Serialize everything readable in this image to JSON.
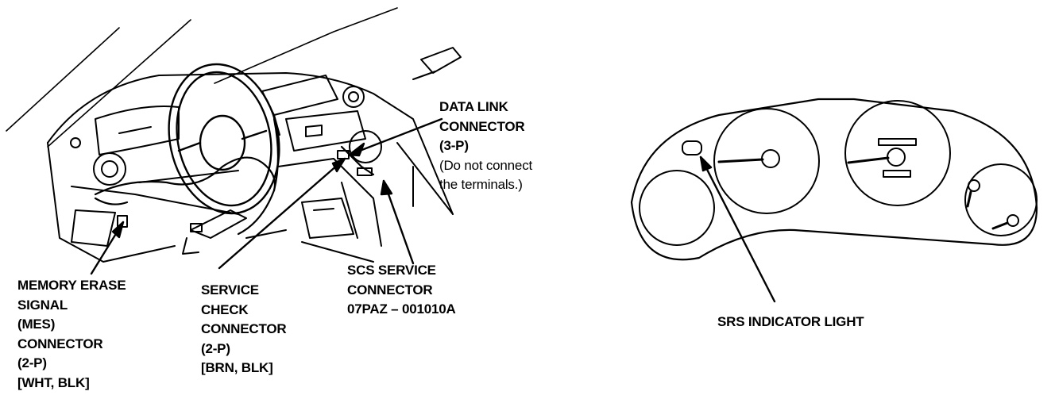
{
  "colors": {
    "ink": "#000000",
    "paper": "#ffffff"
  },
  "labels": {
    "data_link": {
      "lines": [
        "DATA LINK",
        "CONNECTOR",
        "(3-P)"
      ],
      "note": [
        "(Do not connect",
        "the terminals.)"
      ]
    },
    "mes": {
      "lines": [
        "MEMORY ERASE",
        "SIGNAL",
        "(MES)",
        "CONNECTOR",
        "(2-P)",
        "[WHT, BLK]"
      ]
    },
    "service_check": {
      "lines": [
        "SERVICE",
        "CHECK",
        "CONNECTOR",
        "(2-P)",
        "[BRN, BLK]"
      ]
    },
    "scs": {
      "lines": [
        "SCS SERVICE",
        "CONNECTOR",
        "07PAZ – 001010A"
      ]
    },
    "srs": {
      "lines": [
        "SRS INDICATOR LIGHT"
      ]
    }
  }
}
